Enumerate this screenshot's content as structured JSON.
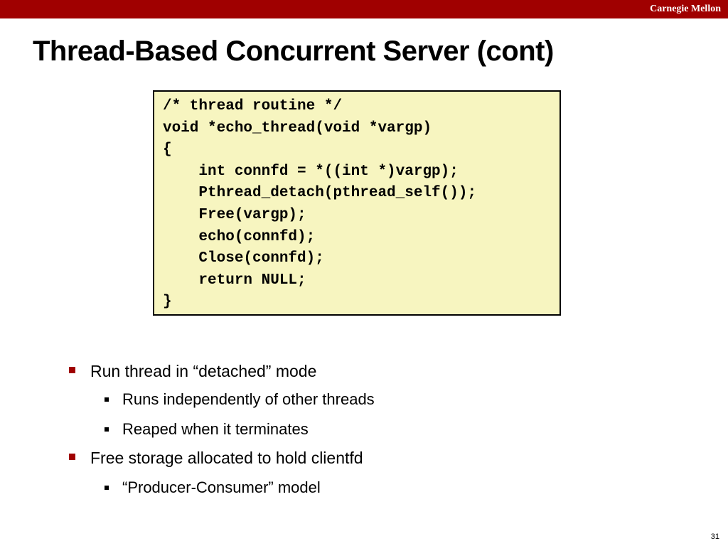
{
  "header": {
    "brand": "Carnegie Mellon"
  },
  "slide": {
    "title": "Thread-Based Concurrent Server (cont)",
    "code": "/* thread routine */\nvoid *echo_thread(void *vargp)\n{\n    int connfd = *((int *)vargp);\n    Pthread_detach(pthread_self());\n    Free(vargp);\n    echo(connfd);\n    Close(connfd);\n    return NULL;\n}",
    "bullets": [
      {
        "text": "Run thread in “detached” mode",
        "subitems": [
          "Runs independently of other threads",
          "Reaped when it terminates"
        ]
      },
      {
        "text": "Free storage allocated to hold clientfd",
        "subitems": [
          "“Producer-Consumer” model"
        ]
      }
    ],
    "page_number": "31"
  },
  "colors": {
    "accent": "#a00000",
    "code_background": "#f7f5c0"
  }
}
